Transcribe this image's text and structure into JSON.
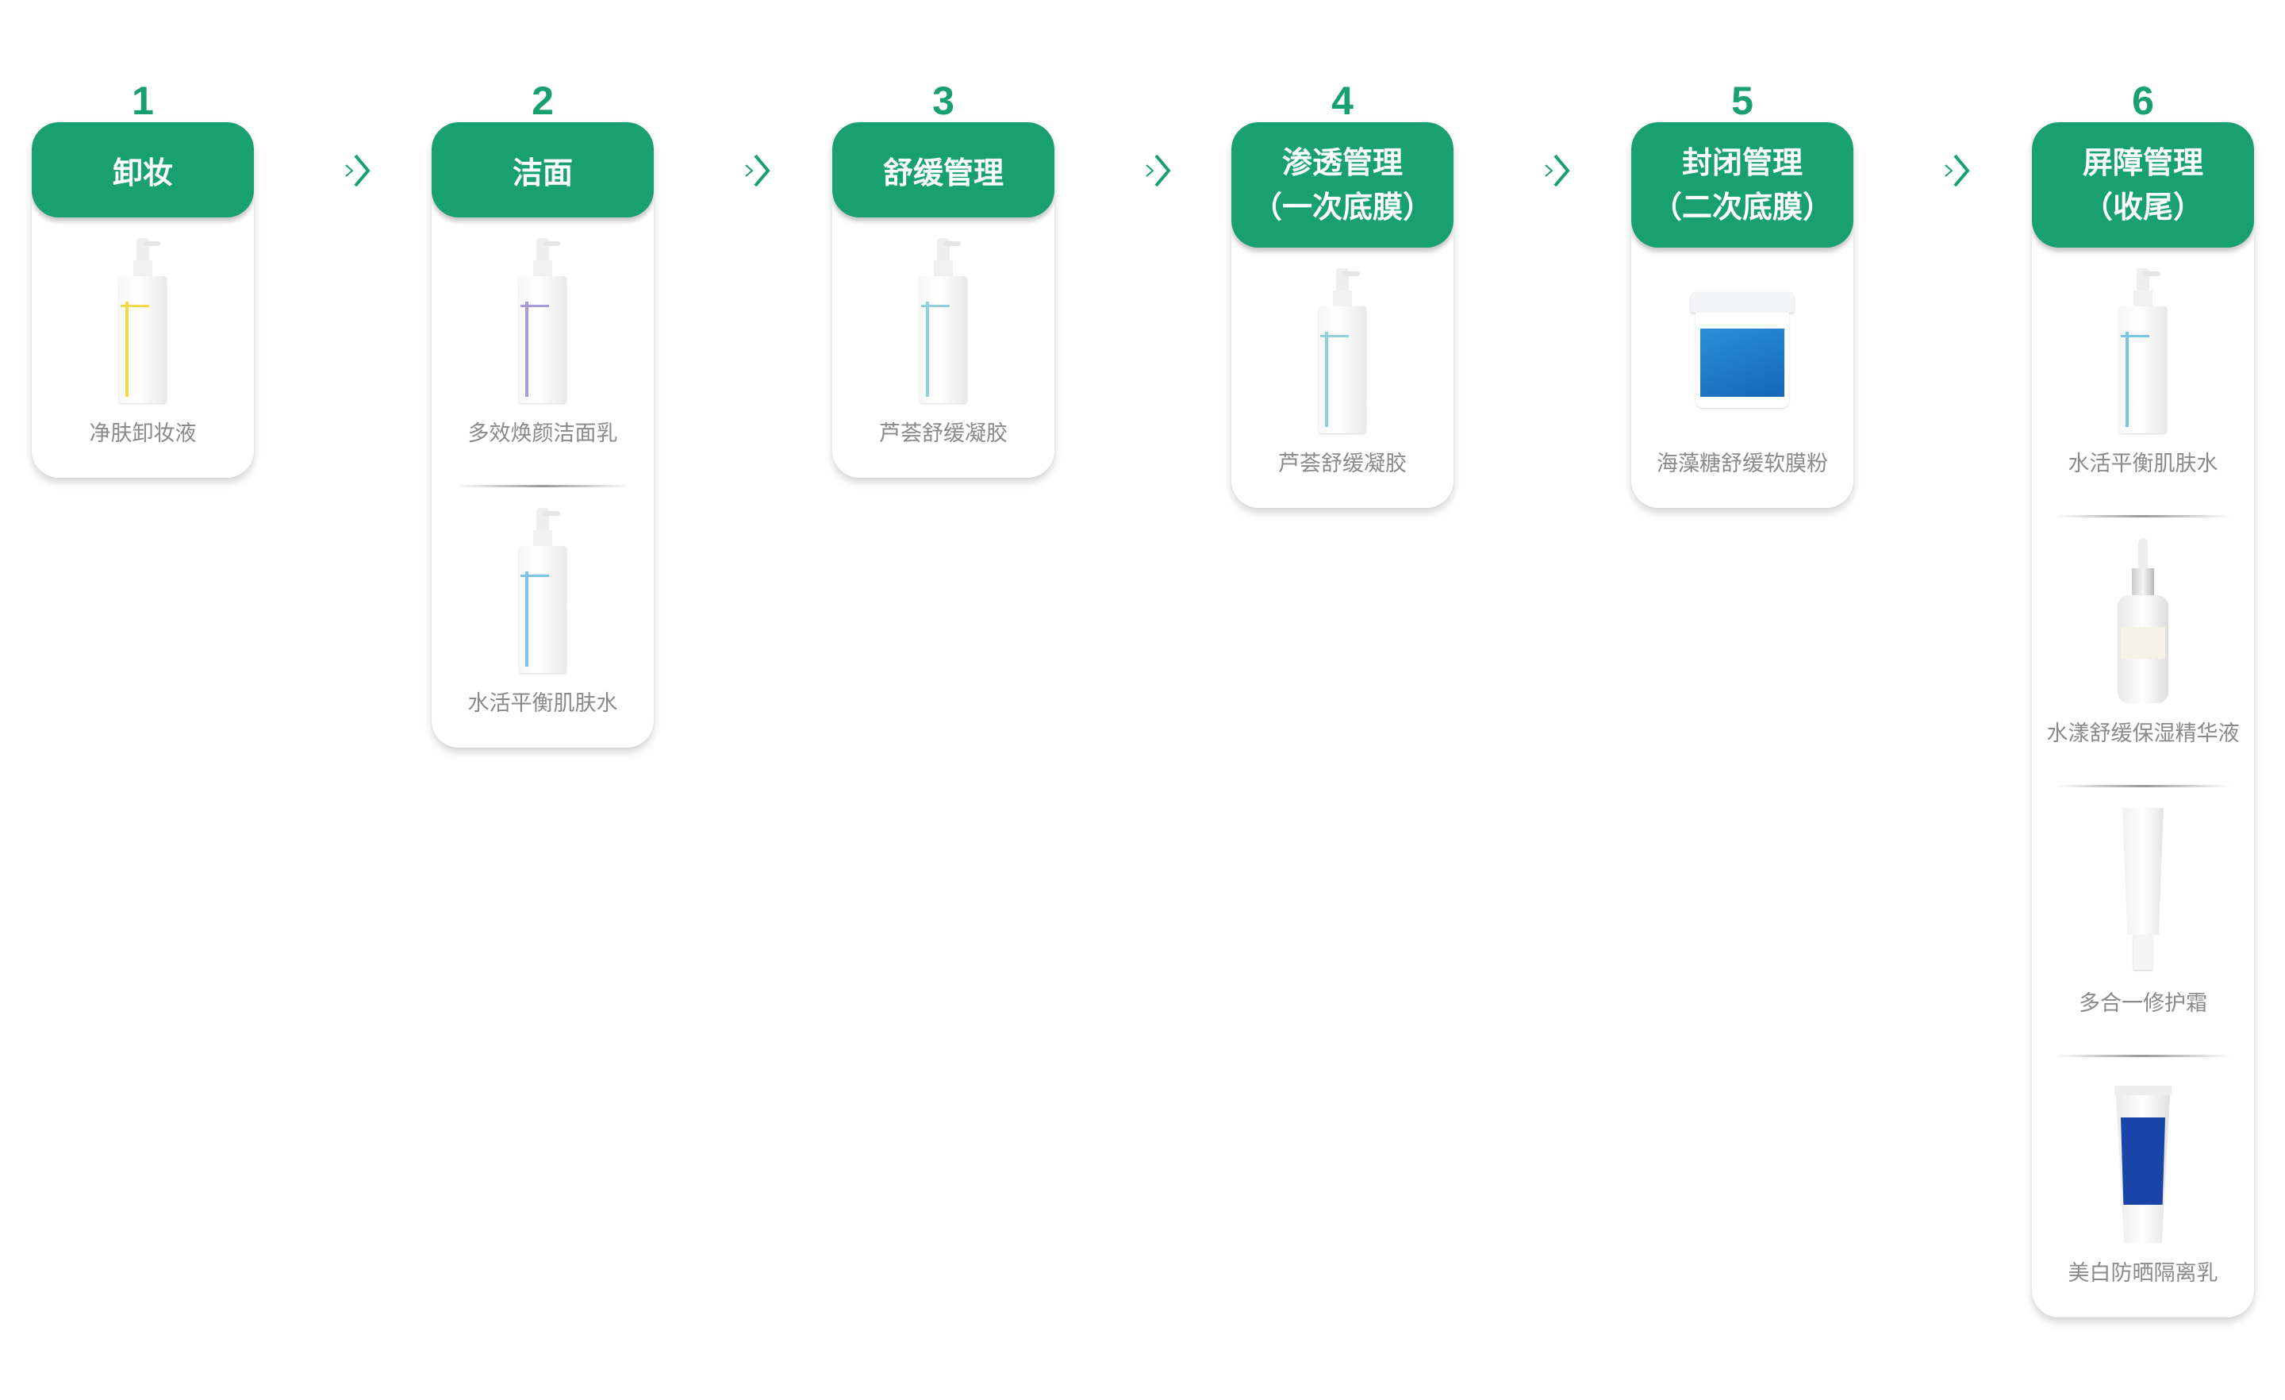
{
  "colors": {
    "accent": "#18a070",
    "label": "#8a8a8a"
  },
  "steps": [
    {
      "number": "1",
      "title": [
        "卸妆"
      ],
      "products": [
        {
          "name": "净肤卸妆液",
          "icon": "pump-bottle-yellow",
          "stripe": "#f2d94a"
        }
      ]
    },
    {
      "number": "2",
      "title": [
        "洁面"
      ],
      "products": [
        {
          "name": "多效焕颜洁面乳",
          "icon": "pump-bottle-purple",
          "stripe": "#a99ad8"
        },
        {
          "name": "水活平衡肌肤水",
          "icon": "pump-bottle-blue",
          "stripe": "#7cc3e8"
        }
      ]
    },
    {
      "number": "3",
      "title": [
        "舒缓管理"
      ],
      "products": [
        {
          "name": "芦荟舒缓凝胶",
          "icon": "pump-bottle-teal",
          "stripe": "#8fd0dc"
        }
      ]
    },
    {
      "number": "4",
      "title": [
        "渗透管理",
        "（一次底膜）"
      ],
      "products": [
        {
          "name": "芦荟舒缓凝胶",
          "icon": "pump-bottle-teal",
          "stripe": "#8fd0dc"
        }
      ]
    },
    {
      "number": "5",
      "title": [
        "封闭管理",
        "（二次底膜）"
      ],
      "products": [
        {
          "name": "海藻糖舒缓软膜粉",
          "icon": "powder-tub"
        }
      ]
    },
    {
      "number": "6",
      "title": [
        "屏障管理",
        "（收尾）"
      ],
      "products": [
        {
          "name": "水活平衡肌肤水",
          "icon": "pump-bottle-blue",
          "stripe": "#7cc3e8"
        },
        {
          "name": "水漾舒缓保湿精华液",
          "icon": "dropper-bottle"
        },
        {
          "name": "多合一修护霜",
          "icon": "cream-tube"
        },
        {
          "name": "美白防晒隔离乳",
          "icon": "sunscreen-tube"
        }
      ]
    }
  ]
}
